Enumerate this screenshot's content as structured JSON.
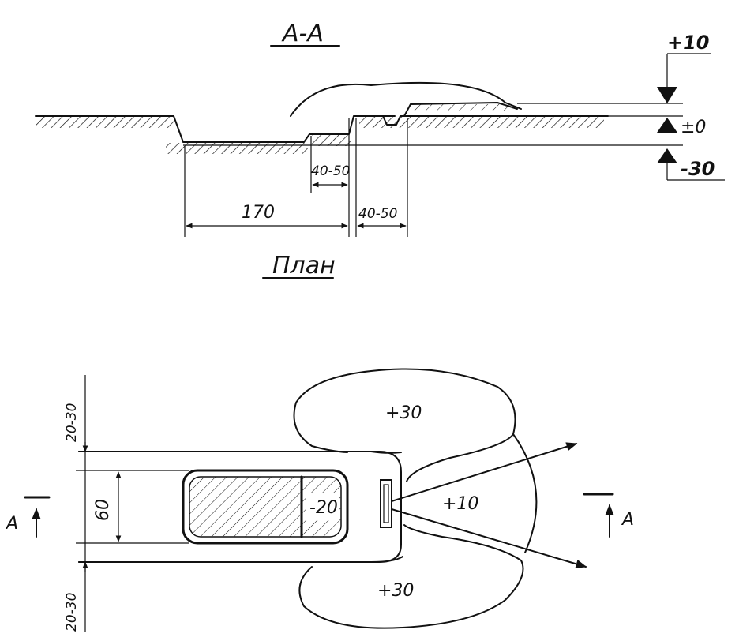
{
  "section": {
    "title": "А-А",
    "dims": {
      "pit_width": "170",
      "step_width": "40-50",
      "berm_width": "40-50"
    },
    "elevations": {
      "top": "+10",
      "ground": "±0",
      "bottom": "-30"
    }
  },
  "plan": {
    "title": "План",
    "dims": {
      "top_margin": "20-30",
      "width": "60",
      "bottom_margin": "20-30"
    },
    "zones": {
      "upper_mound": "+30",
      "lower_mound": "+30",
      "front_mound": "+10",
      "trench_step": "-20"
    },
    "section_marks": {
      "left": "A",
      "right": "A"
    }
  }
}
